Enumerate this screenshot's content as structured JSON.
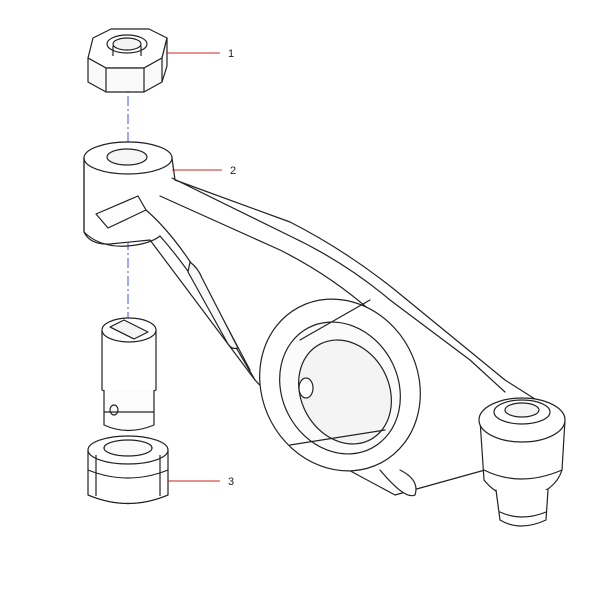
{
  "callouts": [
    {
      "number": "1",
      "part": "nut-icon"
    },
    {
      "number": "2",
      "part": "rocker-arm-icon"
    },
    {
      "number": "3",
      "part": "adjusting-screw-icon"
    }
  ],
  "colors": {
    "line": "#222222",
    "leader": "#cc2222",
    "axis": "#3344cc",
    "background": "#ffffff"
  }
}
